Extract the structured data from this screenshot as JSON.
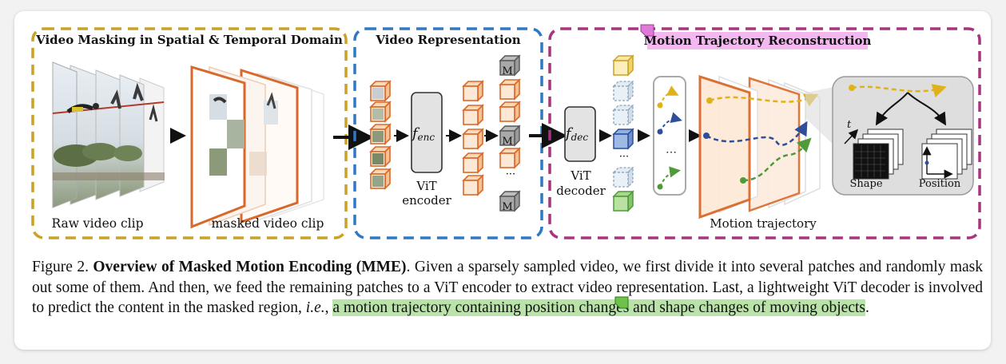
{
  "figure": {
    "panels": {
      "masking_title": "Video Masking in Spatial & Temporal Domain",
      "representation_title": "Video Representation",
      "reconstruction_title": "Motion Trajectory Reconstruction",
      "raw_clip_label": "Raw video clip",
      "masked_clip_label": "masked video clip",
      "enc_symbol": "f",
      "enc_sub": "enc",
      "vit_label": "ViT",
      "encoder_label": "encoder",
      "dec_symbol": "f",
      "dec_sub": "dec",
      "decoder_label": "decoder",
      "mask_token": "M",
      "ellipsis": "···",
      "vert_ellipsis": "⋯",
      "trajectory_label": "Motion trajectory",
      "time_label": "t",
      "shape_label": "Shape",
      "position_label": "Position"
    },
    "colors": {
      "gold": "#c9a227",
      "blue": "#2f78c4",
      "purple": "#a8337e",
      "orange": "#d9692a",
      "highlight_green": "#b9e3a8",
      "highlight_pink": "#f4b8f0"
    }
  },
  "caption": {
    "prefix": "Figure 2. ",
    "bold": "Overview of Masked Motion Encoding (MME)",
    "text1": ". Given a sparsely sampled video, we first divide it into several patches and randomly mask out some of them. And then, we feed the remaining patches to a ViT encoder to extract video representation. Last, a lightweight ViT decoder is involved to predict the content in the masked region, ",
    "italic": "i.e.",
    "text2": ", ",
    "highlighted": "a motion trajectory containing position changes and shape changes of moving objects",
    "text3": "."
  }
}
